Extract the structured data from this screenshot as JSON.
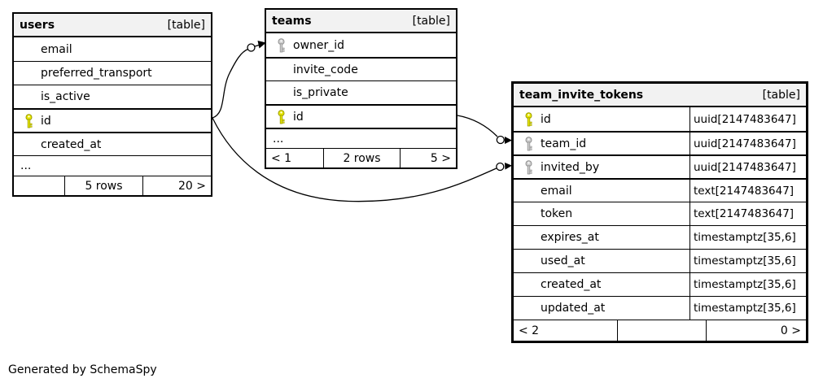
{
  "diagram": {
    "generator_note": "Generated by SchemaSpy",
    "badge_label": "[table]"
  },
  "colors": {
    "border": "#000000",
    "header_bg": "#f2f2f2",
    "primary_key": "#e8e800",
    "foreign_key": "#cfcfcf"
  },
  "tables": [
    {
      "name": "users",
      "badge": "[table]",
      "columns": [
        {
          "name": "email",
          "key": "none"
        },
        {
          "name": "preferred_transport",
          "key": "none"
        },
        {
          "name": "is_active",
          "key": "none"
        },
        {
          "name": "id",
          "key": "primary"
        },
        {
          "name": "created_at",
          "key": "none"
        }
      ],
      "ellipsis": "...",
      "footer": {
        "left": "",
        "center": "5 rows",
        "right": "20 >"
      }
    },
    {
      "name": "teams",
      "badge": "[table]",
      "columns": [
        {
          "name": "owner_id",
          "key": "foreign"
        },
        {
          "name": "invite_code",
          "key": "none"
        },
        {
          "name": "is_private",
          "key": "none"
        },
        {
          "name": "id",
          "key": "primary"
        }
      ],
      "ellipsis": "...",
      "footer": {
        "left": "< 1",
        "center": "2 rows",
        "right": "5 >"
      }
    },
    {
      "name": "team_invite_tokens",
      "badge": "[table]",
      "columns": [
        {
          "name": "id",
          "type": "uuid[2147483647]",
          "key": "primary"
        },
        {
          "name": "team_id",
          "type": "uuid[2147483647]",
          "key": "foreign"
        },
        {
          "name": "invited_by",
          "type": "uuid[2147483647]",
          "key": "foreign"
        },
        {
          "name": "email",
          "type": "text[2147483647]",
          "key": "none"
        },
        {
          "name": "token",
          "type": "text[2147483647]",
          "key": "none"
        },
        {
          "name": "expires_at",
          "type": "timestamptz[35,6]",
          "key": "none"
        },
        {
          "name": "used_at",
          "type": "timestamptz[35,6]",
          "key": "none"
        },
        {
          "name": "created_at",
          "type": "timestamptz[35,6]",
          "key": "none"
        },
        {
          "name": "updated_at",
          "type": "timestamptz[35,6]",
          "key": "none"
        }
      ],
      "footer": {
        "left": "< 2",
        "center": "",
        "right": "0 >"
      }
    }
  ],
  "relationships": [
    {
      "from": "users.id",
      "to": "teams.owner_id"
    },
    {
      "from": "teams.id",
      "to": "team_invite_tokens.team_id"
    },
    {
      "from": "users.id",
      "to": "team_invite_tokens.invited_by"
    }
  ]
}
